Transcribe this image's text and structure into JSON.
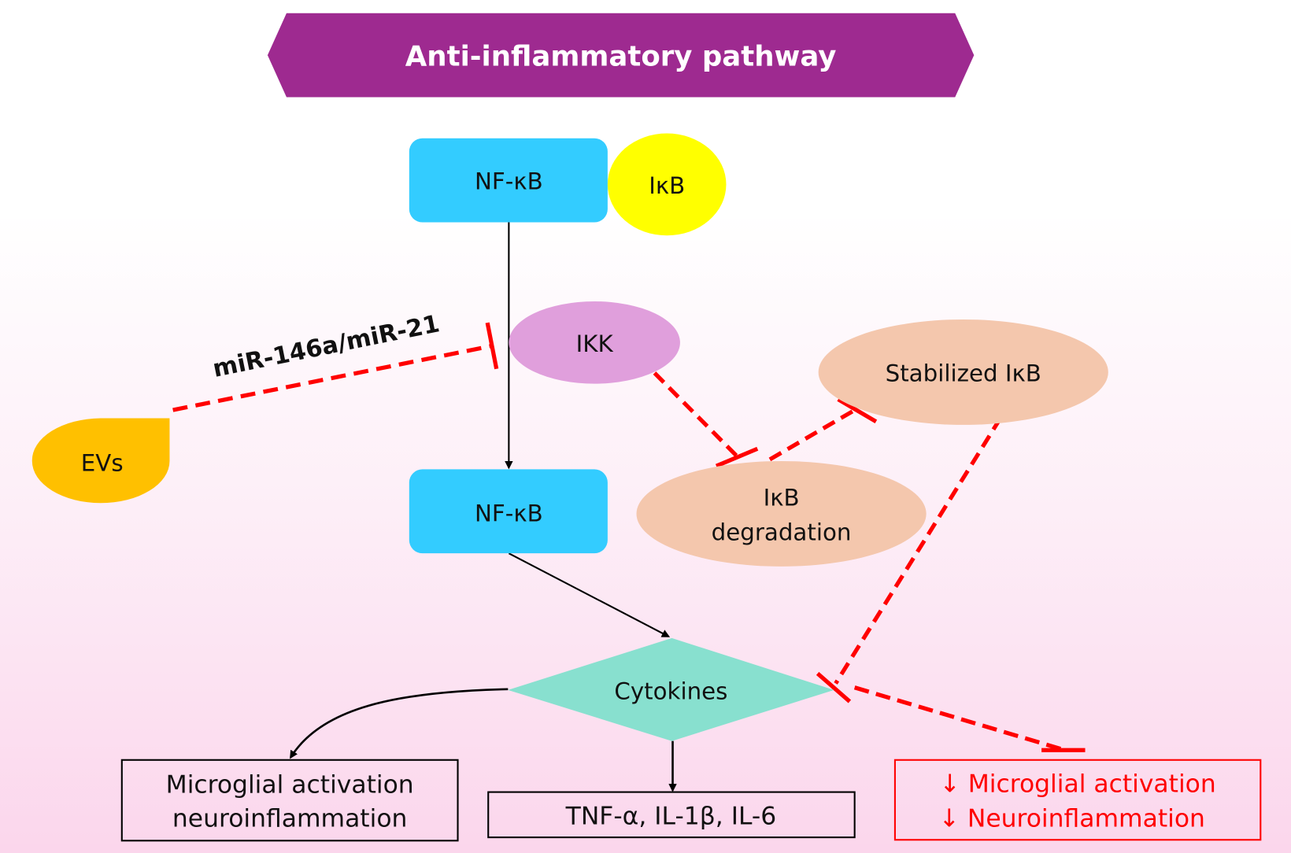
{
  "title": "Anti-inflammatory pathway",
  "colors": {
    "title_banner": "#9e2a90",
    "nfkb": "#33ccff",
    "ikb_bound": "#ffff00",
    "ikk": "#e09fdc",
    "ikb_states": "#f4c7ad",
    "evs": "#ffc000",
    "cytokines": "#88e0cf",
    "inhibition": "#ff0000",
    "activation": "#000000"
  },
  "nodes": {
    "nfkb_top": "NF-κB",
    "ikb_bound": "IκB",
    "ikk": "IKK",
    "stabilized_ikb": "Stabilized IκB",
    "ikb_degradation_line1": "IκB",
    "ikb_degradation_line2": "degradation",
    "evs": "EVs",
    "nfkb_bottom": "NF-κB",
    "cytokines": "Cytokines"
  },
  "edges": {
    "mirna_label": "miR-146a/miR-21"
  },
  "outcomes": {
    "pro_inflammatory_line1": "Microglial activation",
    "pro_inflammatory_line2": "neuroinflammation",
    "cytokine_list": "TNF-α, IL-1β, IL-6",
    "reduced_line1": "↓ Microglial activation",
    "reduced_line2": "↓ Neuroinflammation"
  }
}
